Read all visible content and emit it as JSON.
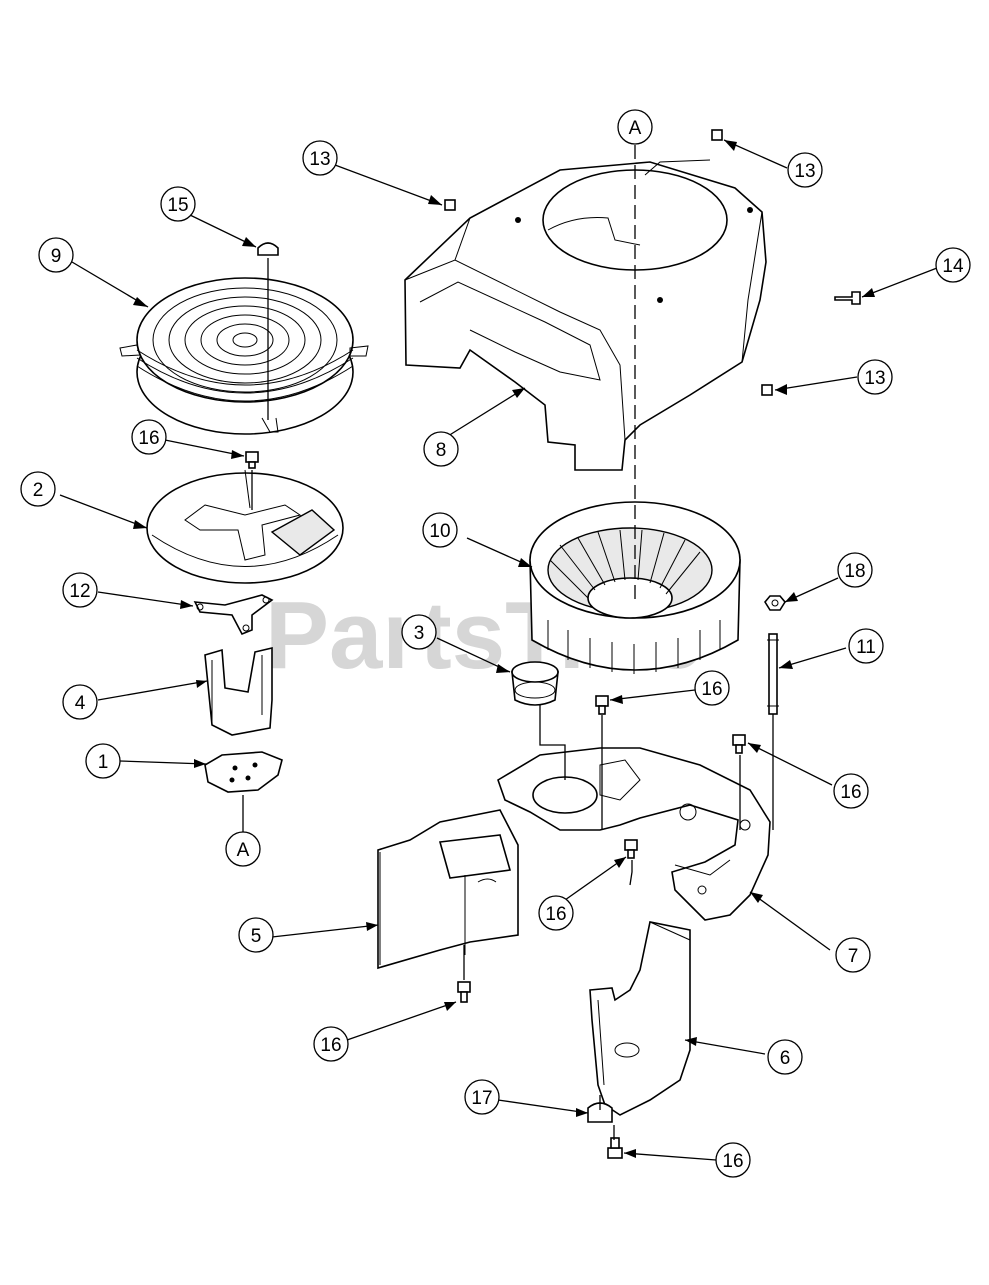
{
  "watermark": "PartsTree",
  "callouts": [
    {
      "id": "c13a",
      "label": "13"
    },
    {
      "id": "c13b",
      "label": "13"
    },
    {
      "id": "c13c",
      "label": "13"
    },
    {
      "id": "c14",
      "label": "14"
    },
    {
      "id": "cAtop",
      "label": "A"
    },
    {
      "id": "c15",
      "label": "15"
    },
    {
      "id": "c9",
      "label": "9"
    },
    {
      "id": "c8",
      "label": "8"
    },
    {
      "id": "c16a",
      "label": "16"
    },
    {
      "id": "c2",
      "label": "2"
    },
    {
      "id": "c10",
      "label": "10"
    },
    {
      "id": "c18",
      "label": "18"
    },
    {
      "id": "c12",
      "label": "12"
    },
    {
      "id": "c3",
      "label": "3"
    },
    {
      "id": "c11",
      "label": "11"
    },
    {
      "id": "c16b",
      "label": "16"
    },
    {
      "id": "c4",
      "label": "4"
    },
    {
      "id": "c1",
      "label": "1"
    },
    {
      "id": "c16c",
      "label": "16"
    },
    {
      "id": "cAbot",
      "label": "A"
    },
    {
      "id": "c16d",
      "label": "16"
    },
    {
      "id": "c5",
      "label": "5"
    },
    {
      "id": "c7",
      "label": "7"
    },
    {
      "id": "c16e",
      "label": "16"
    },
    {
      "id": "c6",
      "label": "6"
    },
    {
      "id": "c17",
      "label": "17"
    },
    {
      "id": "c16f",
      "label": "16"
    }
  ]
}
